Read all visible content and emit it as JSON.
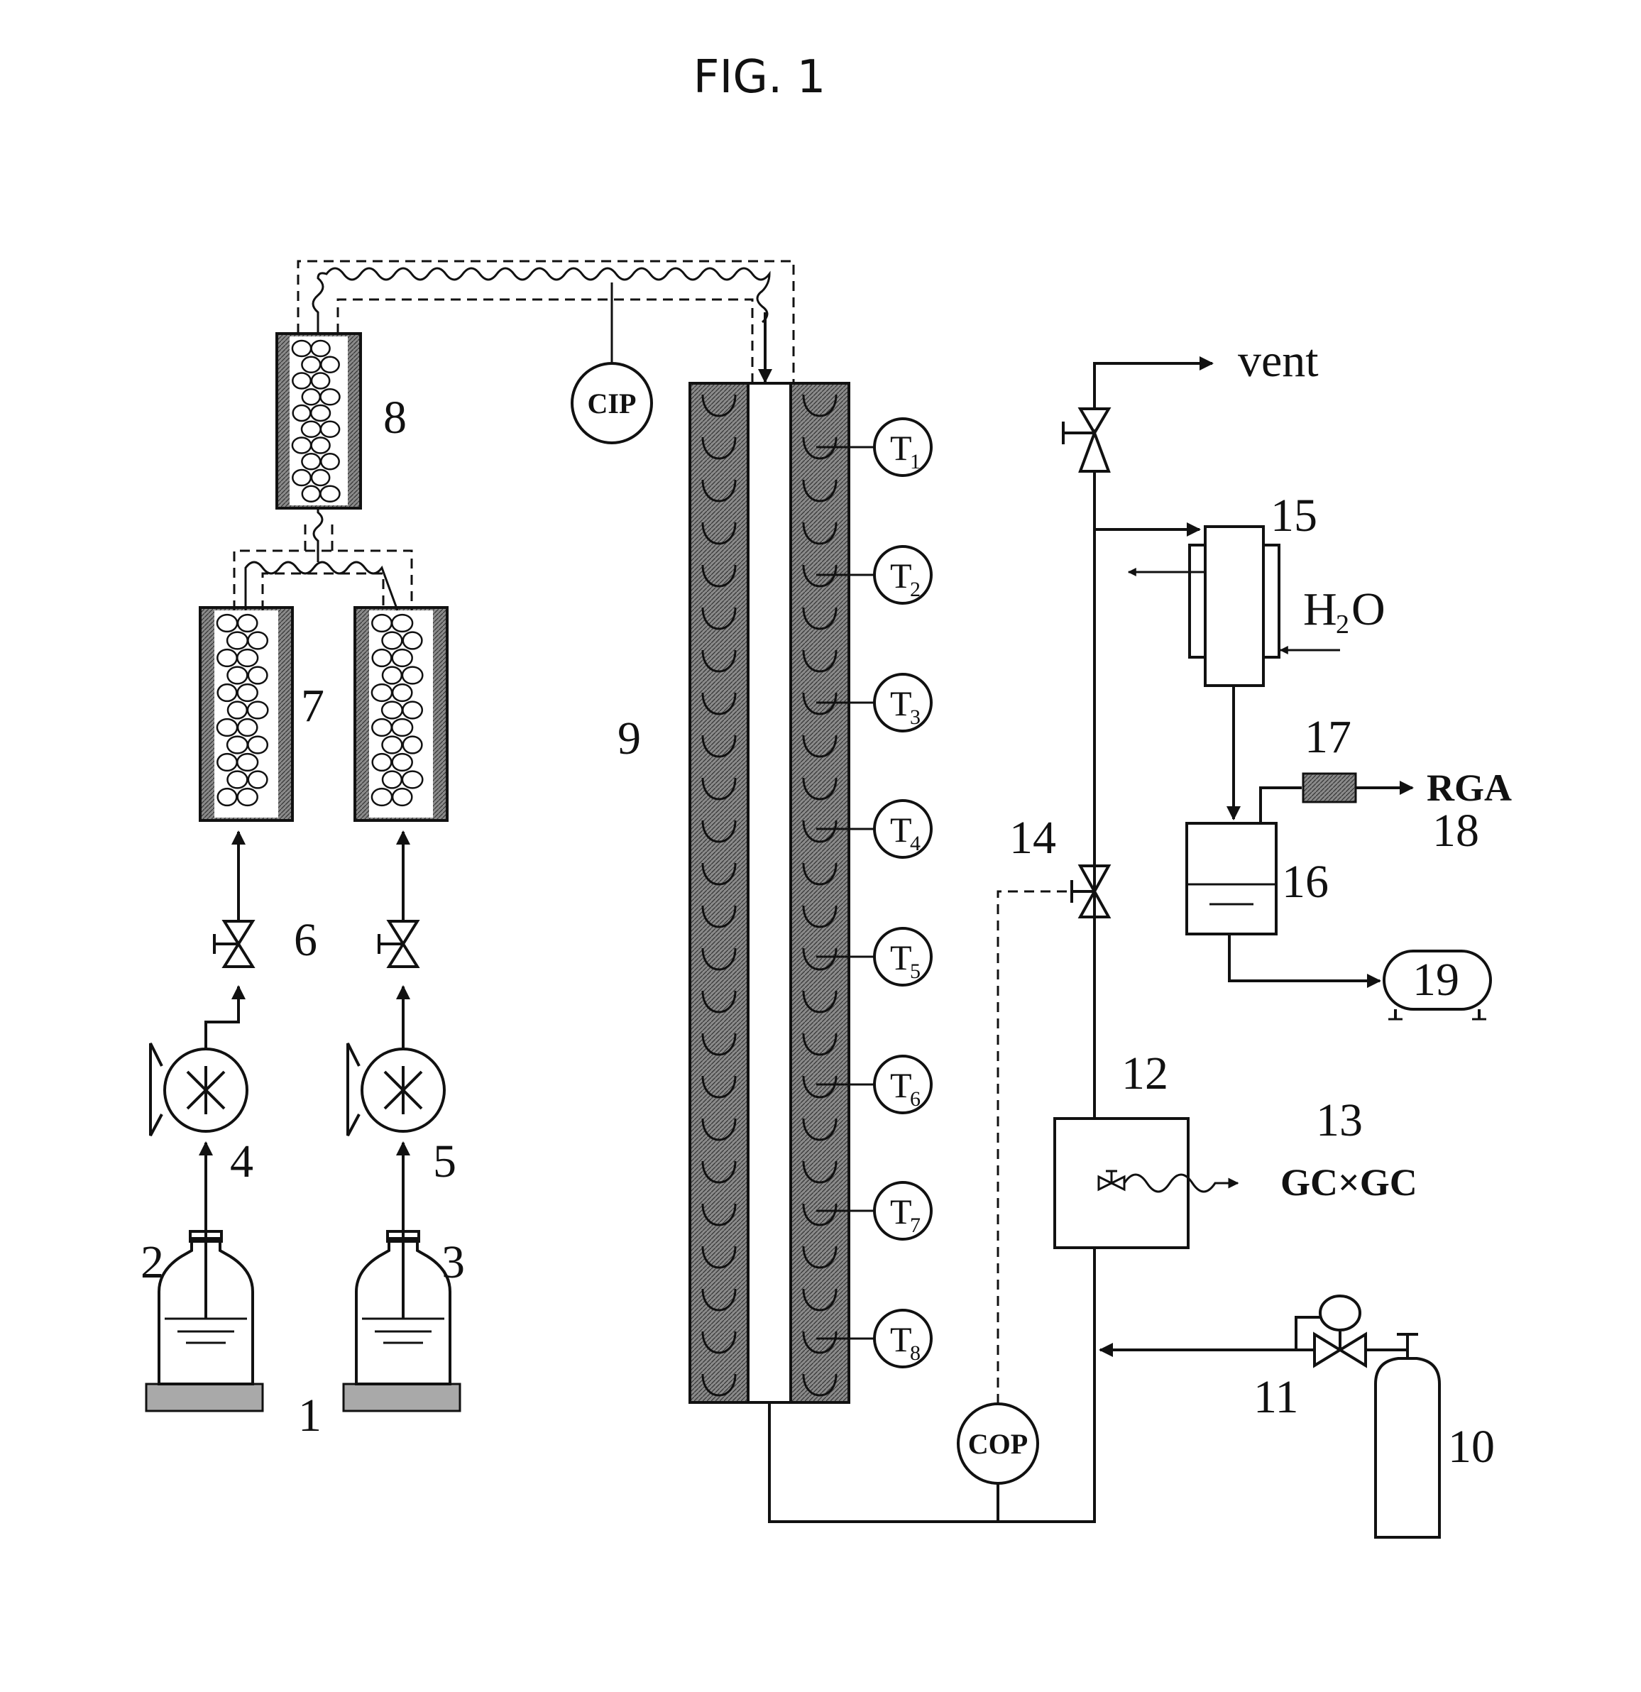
{
  "figure": {
    "title": "FIG. 1"
  },
  "labels": {
    "n1": "1",
    "n2": "2",
    "n3": "3",
    "n4": "4",
    "n5": "5",
    "n6": "6",
    "n7": "7",
    "n8": "8",
    "n9": "9",
    "n10": "10",
    "n11": "11",
    "n12": "12",
    "n13": "13",
    "n14": "14",
    "n15": "15",
    "n16": "16",
    "n17": "17",
    "n18": "18",
    "n19": "19"
  },
  "gauges": {
    "inlet_pressure": "CIP",
    "outlet_pressure": "COP"
  },
  "thermocouples": [
    {
      "letter": "T",
      "index": "1"
    },
    {
      "letter": "T",
      "index": "2"
    },
    {
      "letter": "T",
      "index": "3"
    },
    {
      "letter": "T",
      "index": "4"
    },
    {
      "letter": "T",
      "index": "5"
    },
    {
      "letter": "T",
      "index": "6"
    },
    {
      "letter": "T",
      "index": "7"
    },
    {
      "letter": "T",
      "index": "8"
    }
  ],
  "streams": {
    "vent": "vent",
    "water_h": "H",
    "water_sub": "2",
    "water_o": "O",
    "rga": "RGA",
    "gcgc": "GC×GC"
  }
}
